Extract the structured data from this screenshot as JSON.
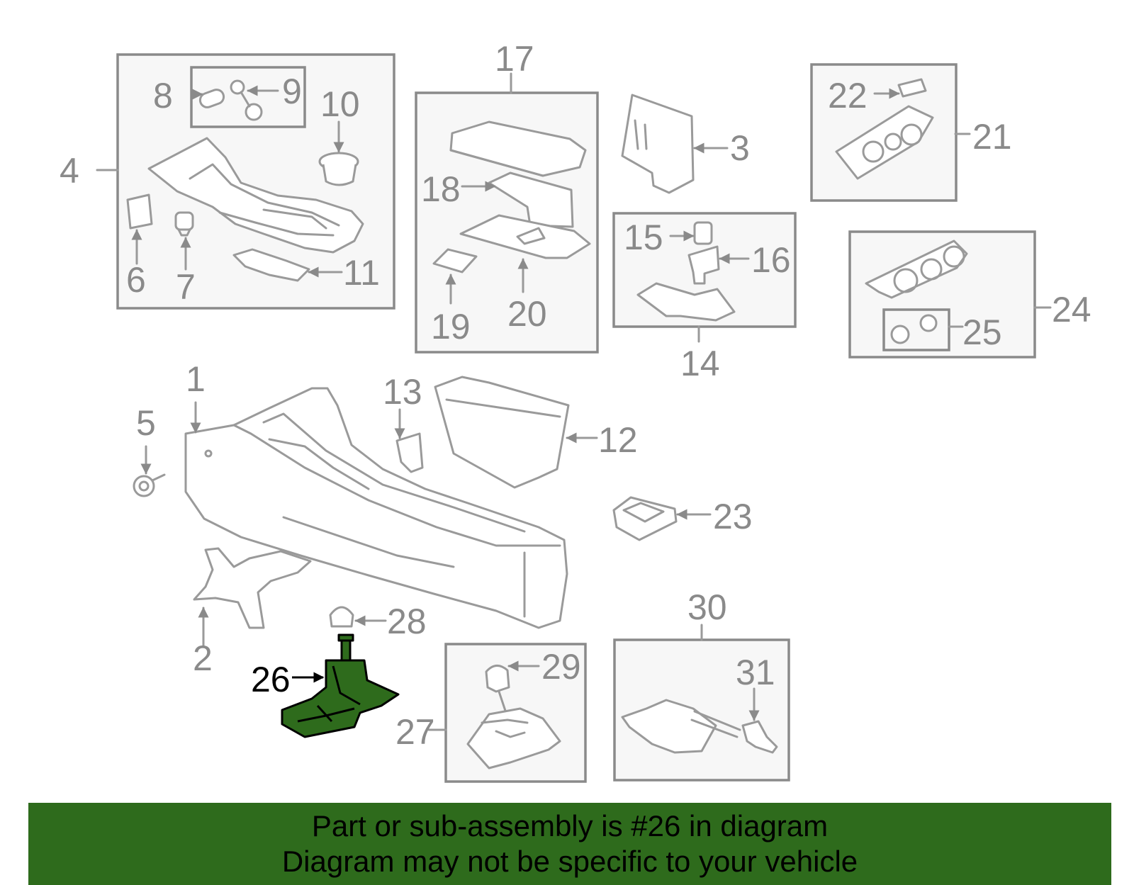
{
  "highlight_color": "#2e6b1c",
  "highlighted_part": "26",
  "callouts": {
    "c1": "1",
    "c2": "2",
    "c3": "3",
    "c4": "4",
    "c5": "5",
    "c6": "6",
    "c7": "7",
    "c8": "8",
    "c9": "9",
    "c10": "10",
    "c11": "11",
    "c12": "12",
    "c13": "13",
    "c14": "14",
    "c15": "15",
    "c16": "16",
    "c17": "17",
    "c18": "18",
    "c19": "19",
    "c20": "20",
    "c21": "21",
    "c22": "22",
    "c23": "23",
    "c24": "24",
    "c25": "25",
    "c26": "26",
    "c27": "27",
    "c28": "28",
    "c29": "29",
    "c30": "30",
    "c31": "31"
  },
  "banner": {
    "line1": "Part or sub-assembly is #26 in diagram",
    "line2": "Diagram may not be specific to your vehicle"
  }
}
